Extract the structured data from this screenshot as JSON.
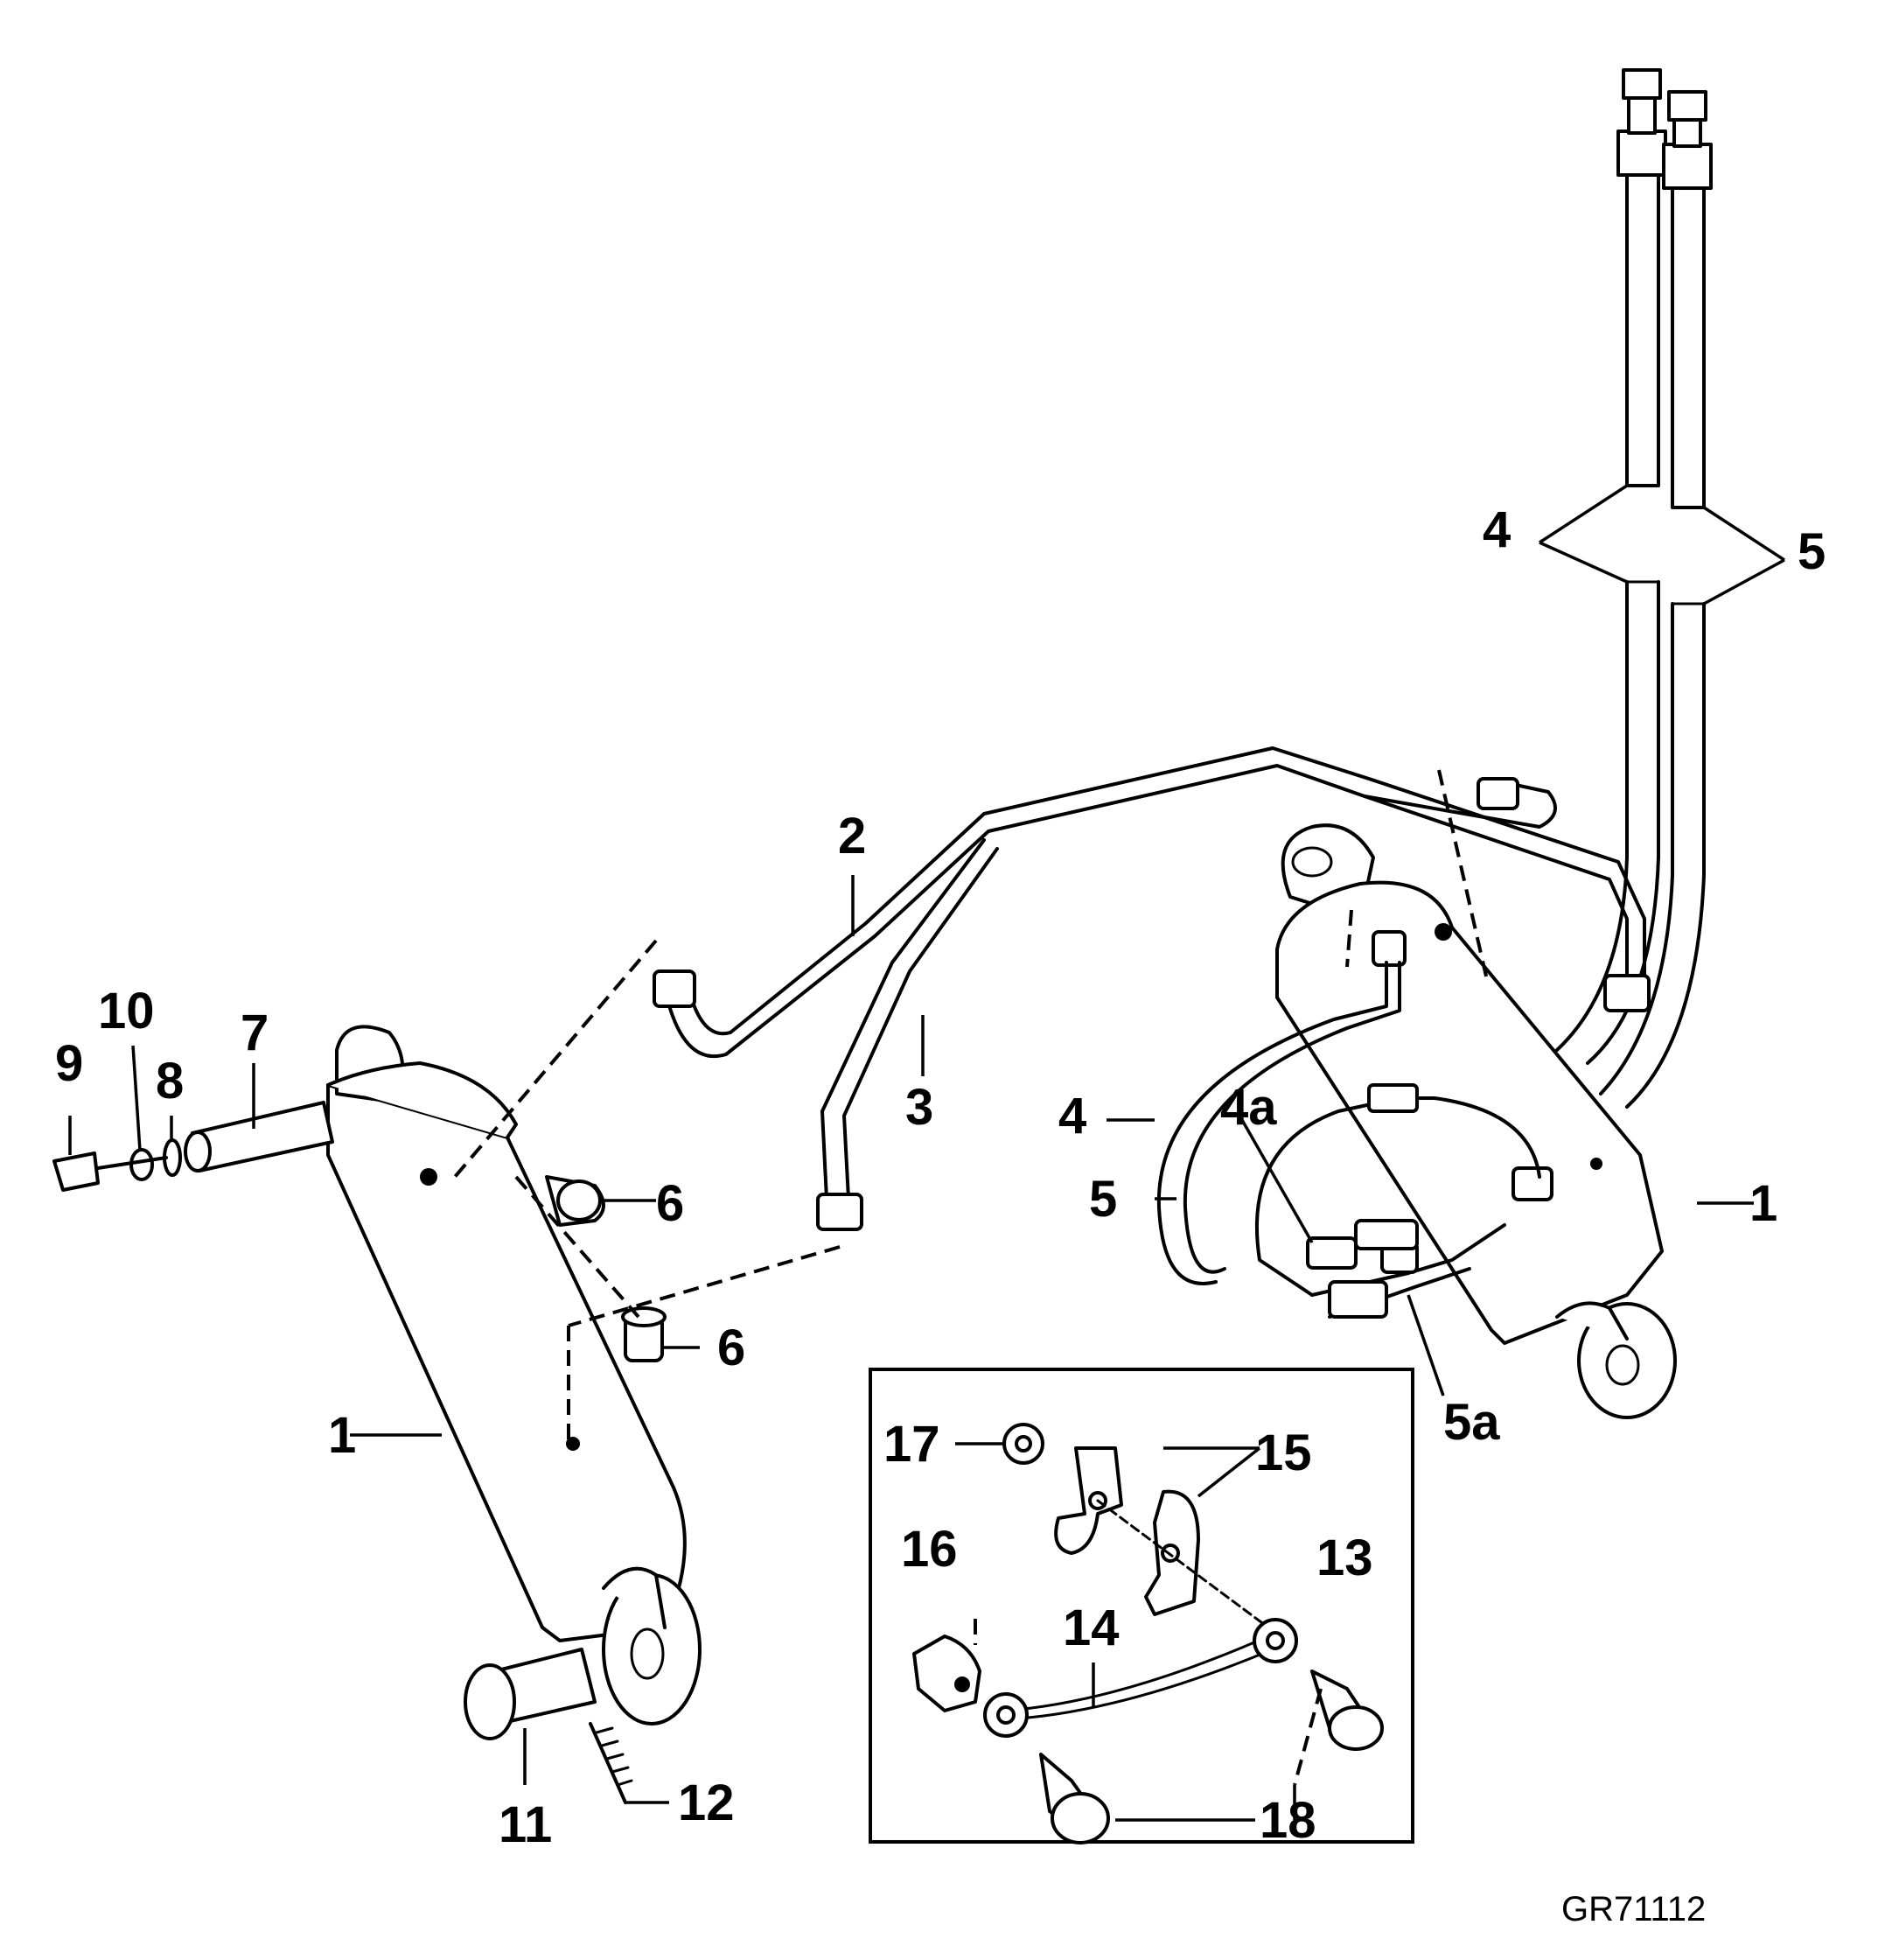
{
  "figure_id": "GR71112",
  "callouts": {
    "c1_left": "1",
    "c1_right": "1",
    "c2": "2",
    "c3": "3",
    "c4_top": "4",
    "c5_top": "5",
    "c4_mid": "4",
    "c5_mid": "5",
    "c4a": "4a",
    "c5a": "5a",
    "c6_upper": "6",
    "c6_lower": "6",
    "c7": "7",
    "c8": "8",
    "c9": "9",
    "c10": "10",
    "c11": "11",
    "c12": "12",
    "c13": "13",
    "c14": "14",
    "c15": "15",
    "c16": "16",
    "c17": "17",
    "c18": "18"
  },
  "colors": {
    "ink": "#000000",
    "paper": "#ffffff"
  }
}
